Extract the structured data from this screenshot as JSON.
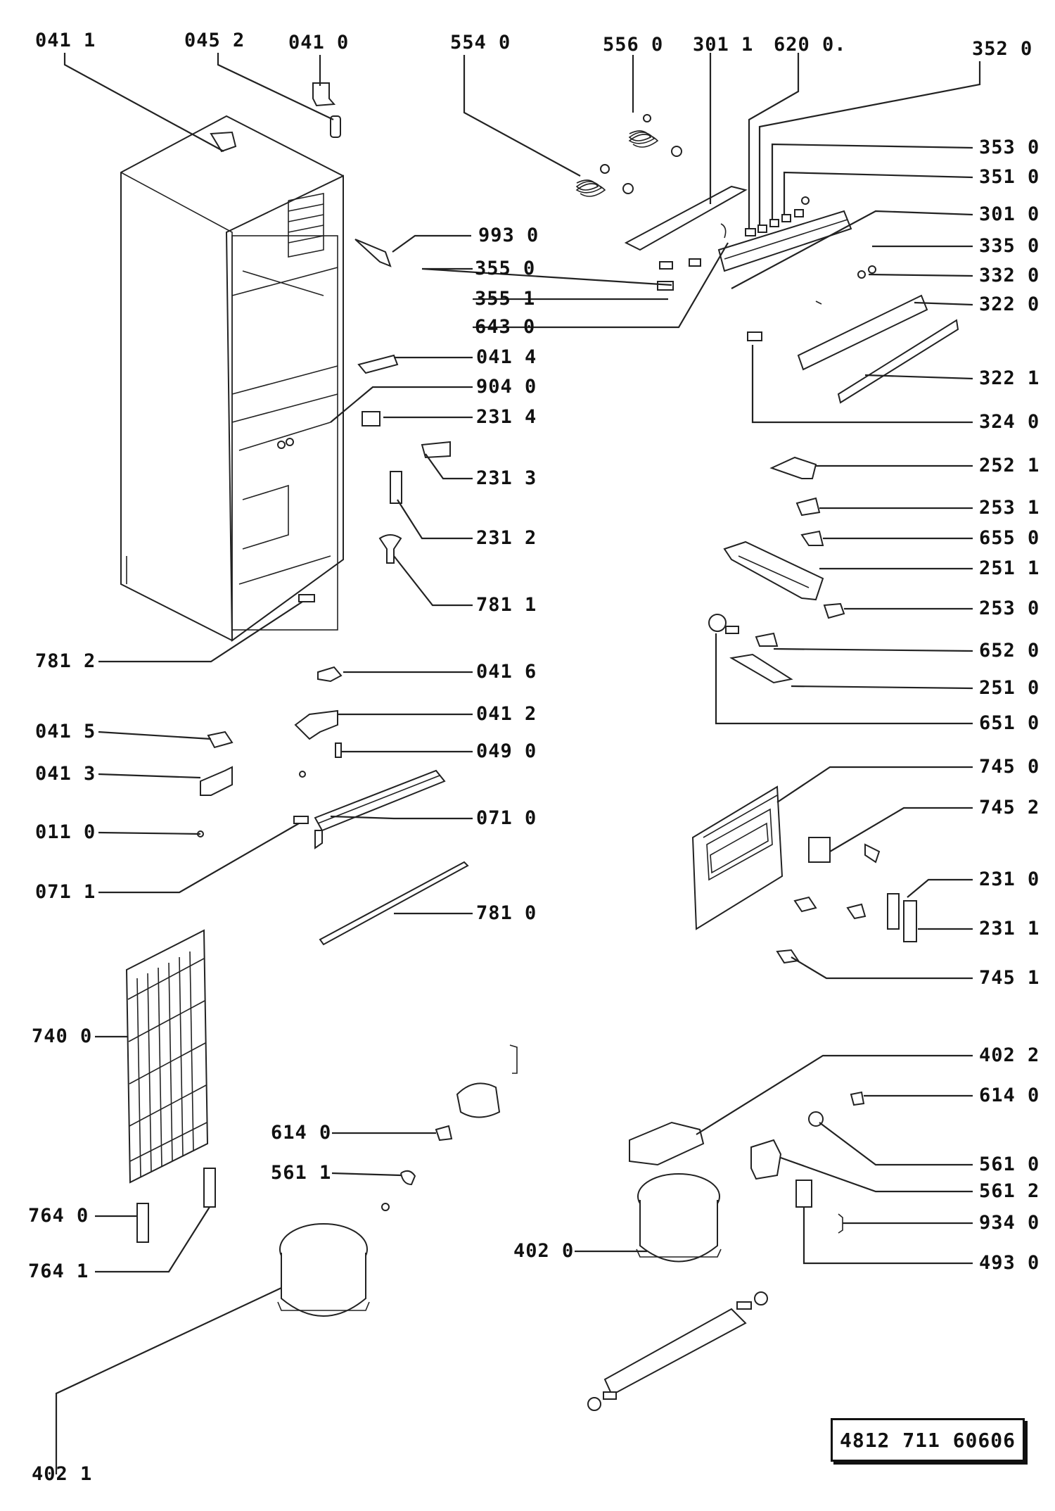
{
  "labels": {
    "l0411": "041 1",
    "l0452": "045 2",
    "l0410": "041 0",
    "l5540": "554 0",
    "l5560": "556 0",
    "l3011": "301 1",
    "l6200": "620 0.",
    "l3520": "352 0",
    "l3530": "353 0",
    "l3510": "351 0",
    "l3010": "301 0",
    "l3350": "335 0",
    "l3320": "332 0",
    "l3220": "322 0",
    "l3221": "322 1",
    "l3240": "324 0",
    "l9930": "993 0",
    "l3550": "355 0",
    "l3551": "355 1",
    "l6430": "643 0",
    "l0414": "041 4",
    "l9040": "904 0",
    "l2314": "231 4",
    "l2313": "231 3",
    "l2312": "231 2",
    "l7811": "781 1",
    "l7812": "781 2",
    "l2521": "252 1",
    "l2531": "253 1",
    "l6550": "655 0",
    "l2511": "251 1",
    "l2530": "253 0",
    "l6520": "652 0",
    "l2510": "251 0",
    "l6510": "651 0",
    "l0416": "041 6",
    "l0412": "041 2",
    "l0415": "041 5",
    "l0490": "049 0",
    "l0413": "041 3",
    "l0110": "011 0",
    "l0710": "071 0",
    "l0711": "071 1",
    "l7810": "781 0",
    "l7450": "745 0",
    "l7452": "745 2",
    "l2310": "231 0",
    "l2311": "231 1",
    "l7451": "745 1",
    "l7400": "740 0",
    "l4022": "402 2",
    "l6140r": "614 0",
    "l6140l": "614 0",
    "l5610": "561 0",
    "l5611": "561 1",
    "l5612": "561 2",
    "l9340": "934 0",
    "l4020": "402 0",
    "l4930": "493 0",
    "l7640": "764 0",
    "l7641": "764 1",
    "l4021": "402 1"
  },
  "reference": "4812  711  60606"
}
